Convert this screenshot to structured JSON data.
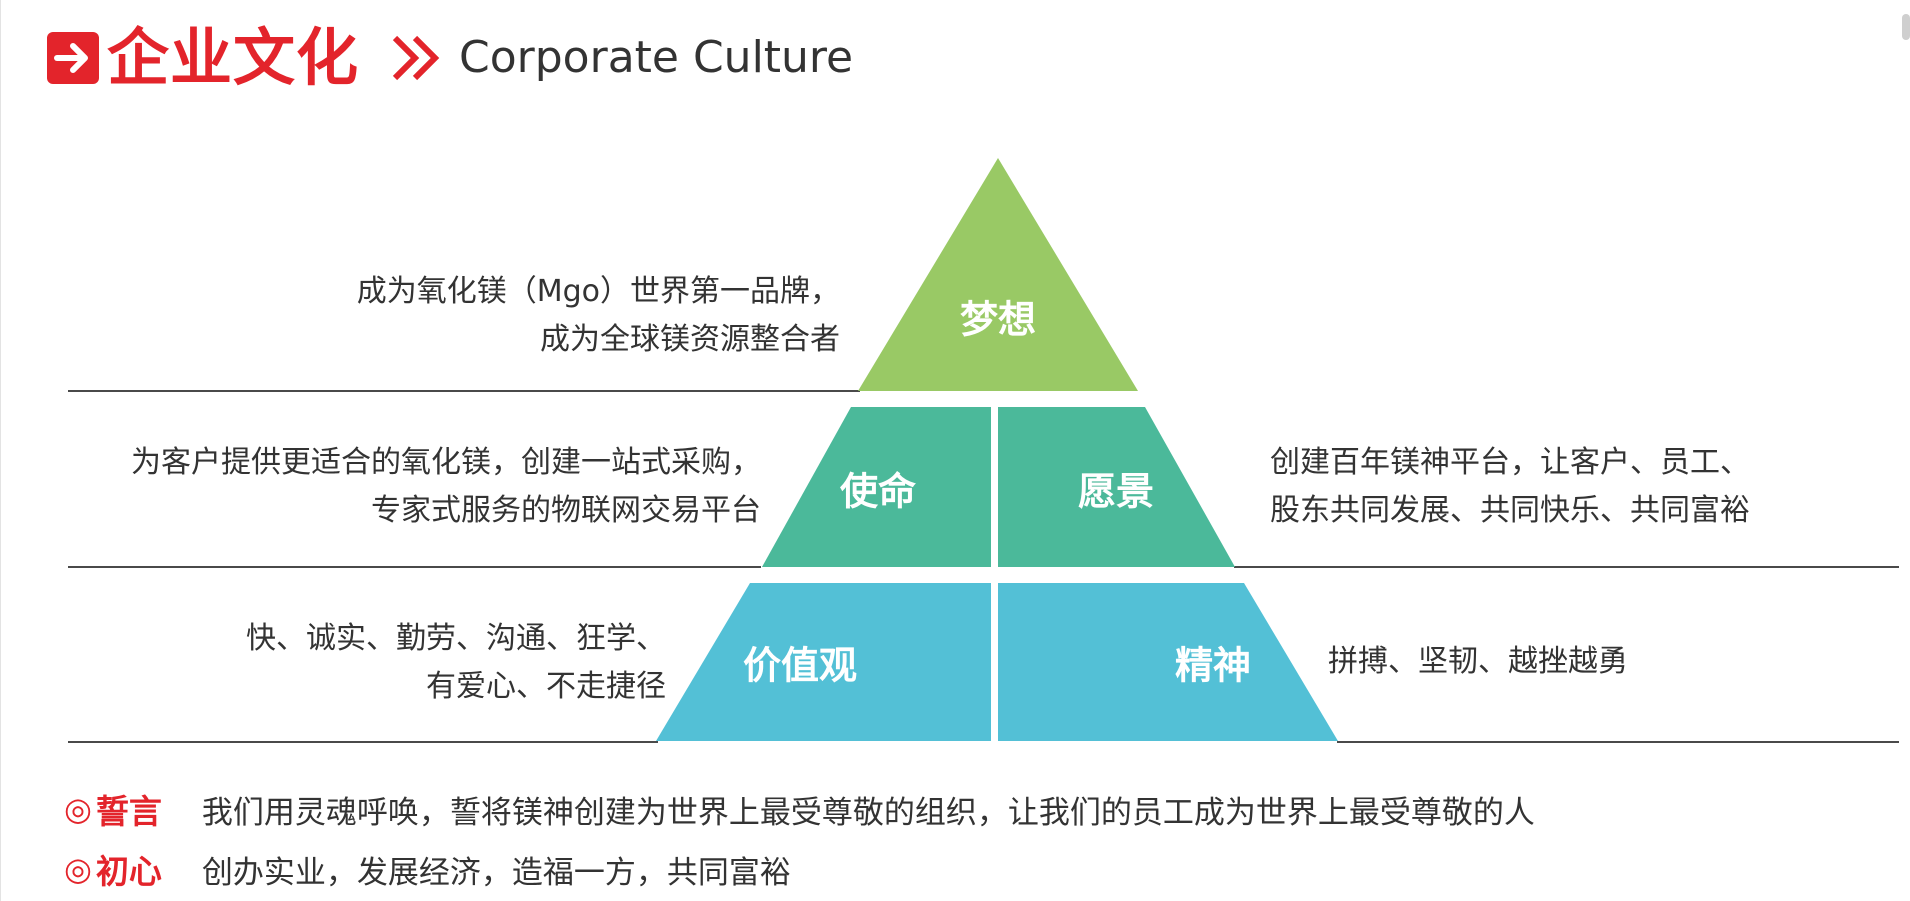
{
  "header": {
    "title_cn": "企业文化",
    "title_en": "Corporate Culture",
    "arrow_icon": "arrow-right-icon",
    "chevron_icon": "double-chevron-right-icon",
    "accent_color": "#e3242b"
  },
  "pyramid": {
    "dream": {
      "label": "梦想",
      "color": "#99c965"
    },
    "mission": {
      "label": "使命",
      "color": "#4bb99a"
    },
    "vision": {
      "label": "愿景",
      "color": "#4bb99a"
    },
    "values": {
      "label": "价值观",
      "color": "#53c0d6"
    },
    "spirit": {
      "label": "精神",
      "color": "#53c0d6"
    }
  },
  "descriptions": {
    "dream": {
      "line1": "成为氧化镁（Mgo）世界第一品牌，",
      "line2": "成为全球镁资源整合者"
    },
    "mission": {
      "line1": "为客户提供更适合的氧化镁，创建一站式采购，",
      "line2": "专家式服务的物联网交易平台"
    },
    "vision": {
      "line1": "创建百年镁神平台，让客户、员工、",
      "line2": "股东共同发展、共同快乐、共同富裕"
    },
    "values": {
      "line1": "快、诚实、勤劳、沟通、狂学、",
      "line2": "有爱心、不走捷径"
    },
    "spirit": {
      "line1": "拼搏、坚韧、越挫越勇"
    }
  },
  "mottos": [
    {
      "icon": "◎",
      "label": "誓言",
      "text": "我们用灵魂呼唤，誓将镁神创建为世界上最受尊敬的组织，让我们的员工成为世界上最受尊敬的人"
    },
    {
      "icon": "◎",
      "label": "初心",
      "text": "创办实业，发展经济，造福一方，共同富裕"
    }
  ]
}
